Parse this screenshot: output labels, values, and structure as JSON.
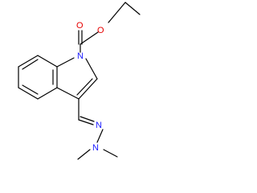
{
  "molecule": {
    "atoms": {
      "n1": "N",
      "o_carbonyl": "O",
      "o_ester": "O",
      "n_imine": "N",
      "n_amine": "N"
    },
    "colors": {
      "bond": "#000000",
      "nitrogen": "#1a1aff",
      "oxygen": "#e60000"
    }
  }
}
